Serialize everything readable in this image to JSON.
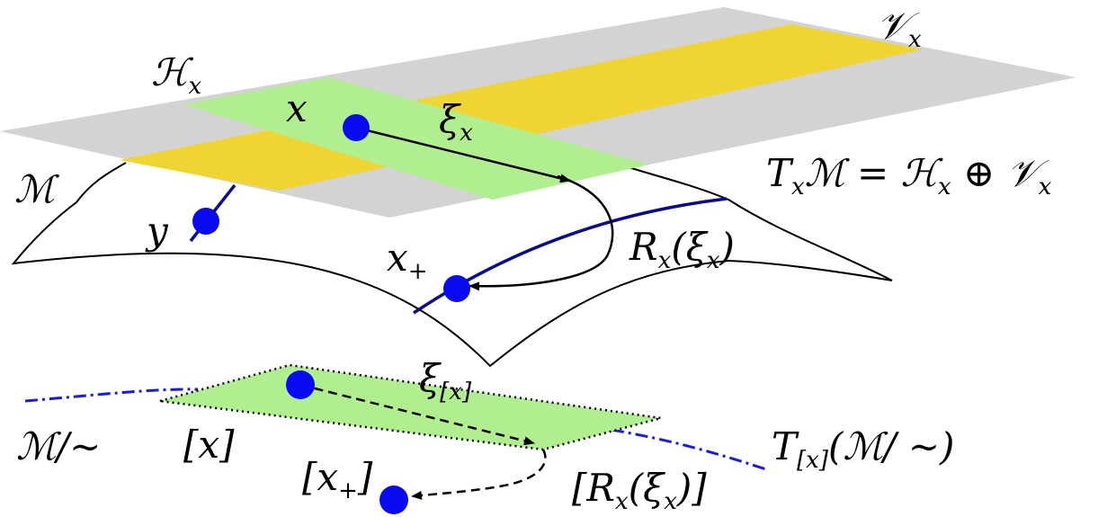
{
  "labels": {
    "V_sym": "𝒱",
    "V_sub": "x",
    "H_sym": "ℋ",
    "H_sub": "x",
    "M": "ℳ",
    "x": "x",
    "y": "y",
    "xi_sym": "ξ",
    "xi_sub": "x",
    "x_plus_sym": "x",
    "x_plus_sub": "+",
    "retraction": "R",
    "retraction_sub": "x",
    "retraction_arg": "(ξ",
    "retraction_arg_sub": "x",
    "retraction_close": ")",
    "tangent_decomp_T": "T",
    "tangent_decomp_sub": "x",
    "tangent_decomp_rest": "ℳ = ℋ",
    "tangent_decomp_H_sub": "x",
    "tangent_decomp_oplus": " ⊕ 𝒱",
    "tangent_decomp_V_sub": "x",
    "quotient": "ℳ/∼",
    "equiv_class_x": "[x]",
    "xi_class_sym": "ξ",
    "xi_class_sub": "[x]",
    "equiv_class_xplus_open": "[x",
    "equiv_class_xplus_sub": "+",
    "equiv_class_xplus_close": "]",
    "retraction_class": "[R",
    "retraction_class_sub": "x",
    "retraction_class_arg": "(ξ",
    "retraction_class_arg_sub": "x",
    "retraction_class_close": ")]",
    "quotient_tangent_T": "T",
    "quotient_tangent_sub": "[x]",
    "quotient_tangent_rest": "(ℳ/ ∼)"
  },
  "colors": {
    "plane_gray": "#d3d3d3",
    "vertical_band": "#f0d431",
    "horizontal_band": "#b0ee90",
    "point_blue": "#0a0af0",
    "fiber_navy": "#0a0a8c",
    "quotient_dashdot": "#1a1ae6"
  }
}
